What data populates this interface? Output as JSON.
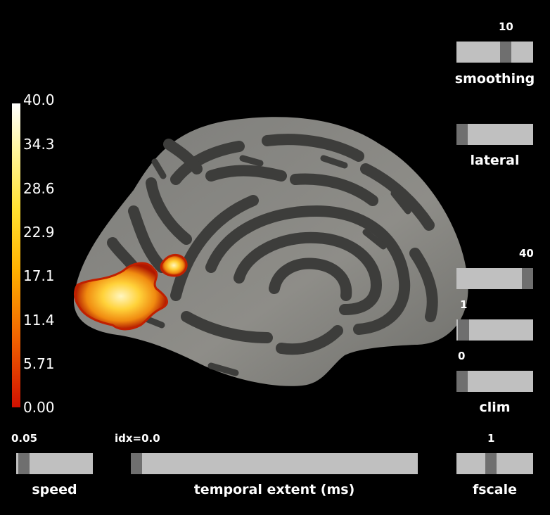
{
  "colorbar": {
    "ticks": [
      "40.0",
      "34.3",
      "28.6",
      "22.9",
      "17.1",
      "11.4",
      "5.71",
      "0.00"
    ]
  },
  "sliders": {
    "smoothing": {
      "label": "smoothing",
      "value": "10",
      "level": 0.55
    },
    "lateral": {
      "label": "lateral",
      "value": "",
      "level": 0.0
    },
    "clim_max": {
      "value": "40",
      "level": 0.93
    },
    "clim_mid": {
      "value": "1",
      "level": 0.03
    },
    "clim_min": {
      "label": "clim",
      "value": "0",
      "level": 0.0
    },
    "speed": {
      "label": "speed",
      "value": "0.05",
      "level": 0.1
    },
    "time": {
      "label": "temporal extent (ms)",
      "value": "idx=0.0",
      "level": 0.0
    },
    "fscale": {
      "label": "fscale",
      "value": "1",
      "level": 0.45
    }
  },
  "colors": {
    "background": "#000000",
    "slider_track": "#c0c0c0",
    "slider_handle": "#6f6f6f",
    "cortex_light": "#8d8d88",
    "cortex_dark": "#3c3c3a"
  }
}
